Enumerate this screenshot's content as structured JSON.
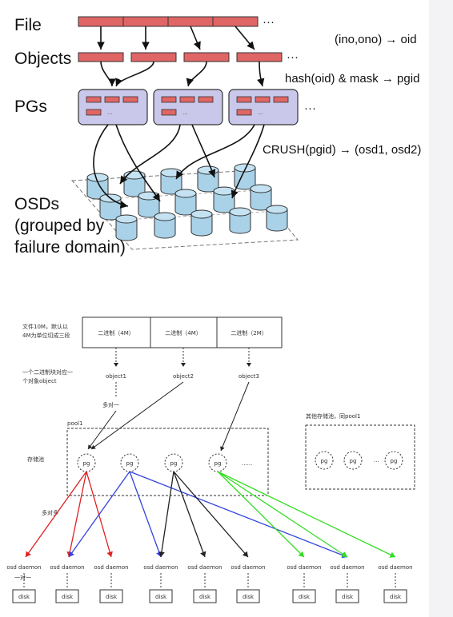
{
  "top": {
    "label_file": "File",
    "label_objects": "Objects",
    "label_pgs": "PGs",
    "label_osds_1": "OSDs",
    "label_osds_2": "(grouped by",
    "label_osds_3": "failure domain)",
    "ellipsis": "···",
    "pg_dots": "···",
    "formula_oid": "(ino,ono) → oid",
    "formula_pgid": "hash(oid) & mask → pgid",
    "formula_crush": "CRUSH(pgid) → (osd1, osd2)"
  },
  "bottom": {
    "file_note_1": "文件10M，默认以",
    "file_note_2": "4M为单位切成三段",
    "segments": [
      "二进制（4M）",
      "二进制（4M）",
      "二进制（2M）"
    ],
    "obj_note_1": "一个二进制块对应一",
    "obj_note_2": "个对象object",
    "objects": [
      "object1",
      "object2",
      "object3"
    ],
    "many_to_one": "多对一",
    "pool_label": "pool1",
    "storage_pool": "存储池",
    "pg": "pg",
    "pg_dots": "......",
    "other_pool": "其他存储池，同pool1",
    "other_dots": "...",
    "many_to_many": "多对多",
    "osd_daemon": "osd daemon",
    "one_to_one": "一对一",
    "disk": "disk"
  },
  "colors": {
    "object_red": "#e06666",
    "pg_purple": "#c9c8ea",
    "cyl_blue": "#a9d2e8",
    "arrow_red": "#e02020",
    "arrow_blue": "#3344dd",
    "arrow_green": "#33dd22"
  }
}
